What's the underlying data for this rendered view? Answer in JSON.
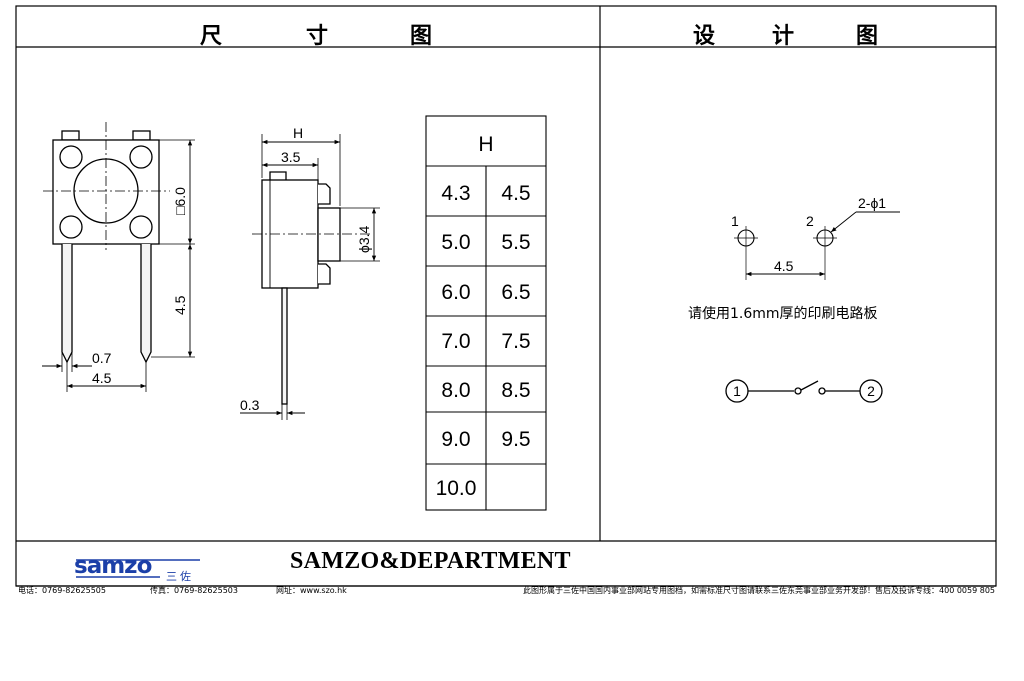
{
  "header": {
    "left_chars": [
      "尺",
      "寸",
      "图"
    ],
    "right_chars": [
      "设",
      "计",
      "图"
    ]
  },
  "front_view": {
    "dim_square": "□6.0",
    "dim_pin_length": "4.5",
    "dim_pin_width": "0.7",
    "dim_pitch": "4.5"
  },
  "side_view": {
    "dim_h": "H",
    "dim_3_5": "3.5",
    "dim_dia": "ϕ3.4",
    "dim_lead": "0.3"
  },
  "h_table": {
    "header": "H",
    "rows": [
      [
        "4.3",
        "4.5"
      ],
      [
        "5.0",
        "5.5"
      ],
      [
        "6.0",
        "6.5"
      ],
      [
        "7.0",
        "7.5"
      ],
      [
        "8.0",
        "8.5"
      ],
      [
        "9.0",
        "9.5"
      ],
      [
        "10.0",
        ""
      ]
    ]
  },
  "pcb_layout": {
    "pin1": "1",
    "pin2": "2",
    "hole_label": "2-ϕ1",
    "pitch": "4.5",
    "note": "请使用1.6mm厚的印刷电路板"
  },
  "schematic": {
    "pin1": "1",
    "pin2": "2"
  },
  "brand": {
    "logo_text": "samzo",
    "logo_sub": "三佐",
    "name": "SAMZO&DEPARTMENT"
  },
  "footer": {
    "phone": "电话：0769-82625505",
    "fax": "传真：0769-82625503",
    "web": "网址：www.szo.hk",
    "notice": "此图形属于三佐中国国内事业部网站专用图档，如需标准尺寸图请联系三佐东莞事业部业务开发部！售后及投诉专线：400 0059 805"
  },
  "colors": {
    "logo_blue": "#1b3fa8",
    "line": "#000000",
    "pin_fill": "#f5f5f5"
  }
}
